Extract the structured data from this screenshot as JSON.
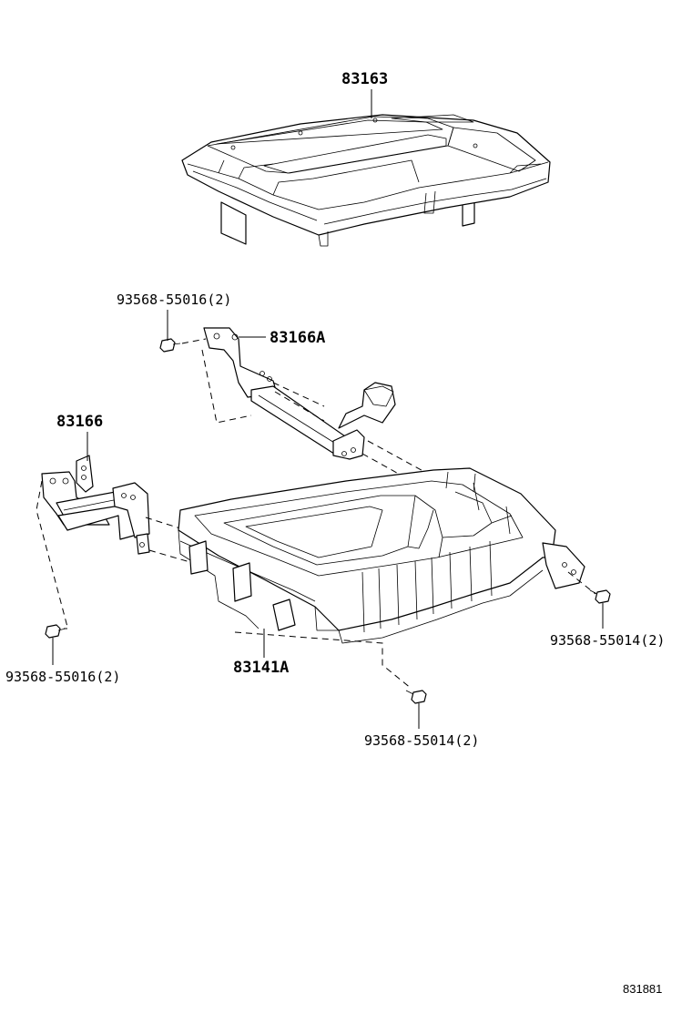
{
  "labels": {
    "p83163": "83163",
    "p83166A": "83166A",
    "p83166": "83166",
    "p83141A": "83141A",
    "bolt_55016_top": "93568-55016(2)",
    "bolt_55016_left": "93568-55016(2)",
    "bolt_55014_right": "93568-55014(2)",
    "bolt_55014_bottom": "93568-55014(2)"
  },
  "diagram_ref": "831881"
}
